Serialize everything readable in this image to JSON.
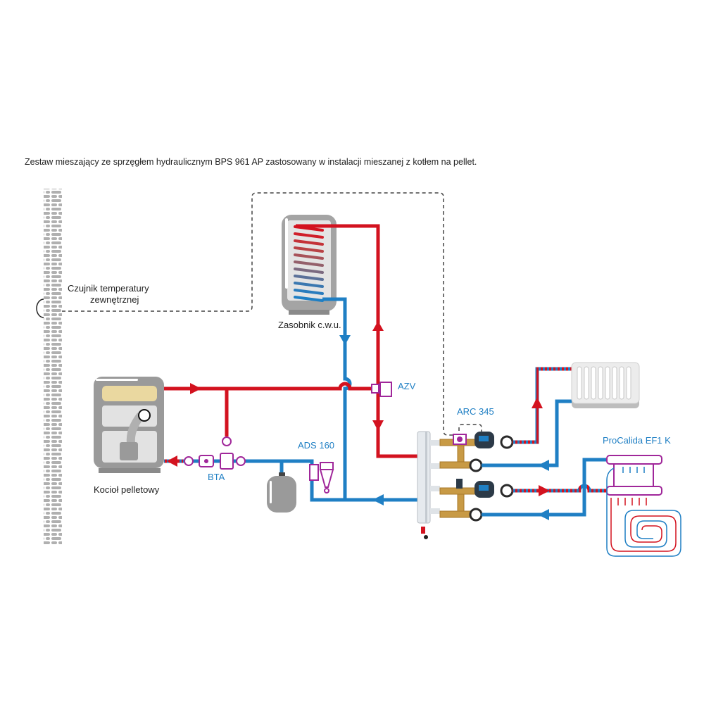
{
  "caption": "Zestaw mieszający ze sprzęgłem hydraulicznym BPS 961 AP zastosowany w instalacji mieszanej z kotłem na pellet.",
  "labels": {
    "sensor_line1": "Czujnik temperatury",
    "sensor_line2": "zewnętrznej",
    "tank": "Zasobnik c.w.u.",
    "boiler": "Kocioł pelletowy",
    "bta": "BTA",
    "ads": "ADS 160",
    "azv": "AZV",
    "arc": "ARC 345",
    "procalida": "ProCalida EF1 K"
  },
  "colors": {
    "hot": "#d3121f",
    "cold": "#1f7fc4",
    "component": "#a0279a",
    "appliance_gray": "#9a9a9a",
    "brass": "#c89a45"
  }
}
